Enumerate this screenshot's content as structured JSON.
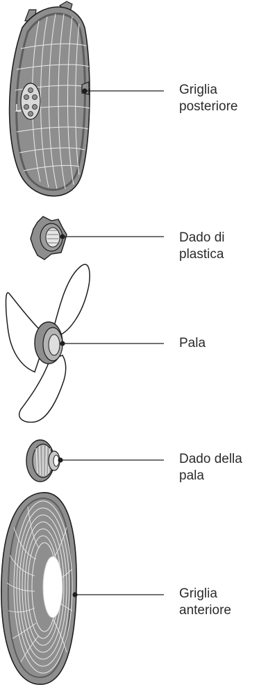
{
  "colors": {
    "line": "#1e1e1e",
    "part_fill": "#8e8e8e",
    "part_dark": "#5e5e5e",
    "grille_lines": "#f2f2f2",
    "text": "#2b2b2b"
  },
  "parts": [
    {
      "id": "rear-grille",
      "label_lines": [
        "Griglia",
        "posteriore"
      ]
    },
    {
      "id": "plastic-nut",
      "label_lines": [
        "Dado di",
        "plastica"
      ]
    },
    {
      "id": "blade",
      "label_lines": [
        "Pala"
      ]
    },
    {
      "id": "blade-nut",
      "label_lines": [
        "Dado della",
        "pala"
      ]
    },
    {
      "id": "front-grille",
      "label_lines": [
        "Griglia",
        "anteriore"
      ]
    }
  ]
}
